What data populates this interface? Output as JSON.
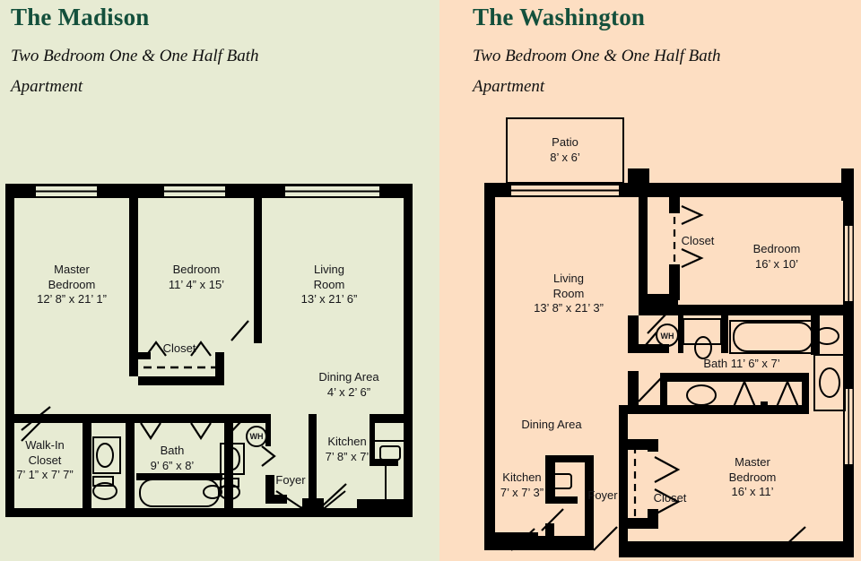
{
  "theme": {
    "left_bg": "#e7ebd3",
    "right_bg": "#fddec2",
    "title_color": "#14503c",
    "wall_color": "#000000",
    "text_color": "#16161a"
  },
  "plans": [
    {
      "id": "madison",
      "title": "The Madison",
      "subtitle_line1": "Two Bedroom One & One Half Bath",
      "subtitle_line2": "Apartment",
      "rooms": [
        {
          "name": "master-bedroom",
          "label": "Master\nBedroom",
          "dims": "12’ 8” x 21’ 1”"
        },
        {
          "name": "bedroom",
          "label": "Bedroom",
          "dims": "11’ 4” x 15’"
        },
        {
          "name": "living-room",
          "label": "Living\nRoom",
          "dims": "13’ x 21’ 6”"
        },
        {
          "name": "dining-area",
          "label": "Dining Area",
          "dims": "4’ x 2’ 6”"
        },
        {
          "name": "closet",
          "label": "Closet",
          "dims": ""
        },
        {
          "name": "walk-in-closet",
          "label": "Walk-In\nCloset",
          "dims": "7’ 1” x 7’ 7”"
        },
        {
          "name": "bath",
          "label": "Bath",
          "dims": "9’ 6” x 8’"
        },
        {
          "name": "foyer",
          "label": "Foyer",
          "dims": ""
        },
        {
          "name": "kitchen",
          "label": "Kitchen",
          "dims": "7’ 8” x 7’"
        },
        {
          "name": "water-heater",
          "label": "WH",
          "dims": ""
        }
      ]
    },
    {
      "id": "washington",
      "title": "The Washington",
      "subtitle_line1": "Two Bedroom One & One Half Bath",
      "subtitle_line2": "Apartment",
      "rooms": [
        {
          "name": "patio",
          "label": "Patio",
          "dims": "8’ x 6’"
        },
        {
          "name": "closet-bedroom",
          "label": "Closet",
          "dims": ""
        },
        {
          "name": "bedroom",
          "label": "Bedroom",
          "dims": "16’  x 10’"
        },
        {
          "name": "living-room",
          "label": "Living\nRoom",
          "dims": "13’ 8” x 21’ 3”"
        },
        {
          "name": "water-heater",
          "label": "WH",
          "dims": ""
        },
        {
          "name": "bath",
          "label": "Bath 11’ 6” x 7’",
          "dims": ""
        },
        {
          "name": "dining-area",
          "label": "Dining Area",
          "dims": ""
        },
        {
          "name": "kitchen",
          "label": "Kitchen",
          "dims": "7’ x 7’ 3”"
        },
        {
          "name": "foyer",
          "label": "Foyer",
          "dims": ""
        },
        {
          "name": "closet-master",
          "label": "Closet",
          "dims": ""
        },
        {
          "name": "master-bedroom",
          "label": "Master\nBedroom",
          "dims": "16’  x 11’"
        }
      ]
    }
  ],
  "madison_labels": {
    "master_bedroom_1": "Master",
    "master_bedroom_2": "Bedroom",
    "master_bedroom_dims": "12’ 8” x 21’ 1”",
    "bedroom": "Bedroom",
    "bedroom_dims": "11’ 4” x 15’",
    "living_1": "Living",
    "living_2": "Room",
    "living_dims": "13’ x 21’ 6”",
    "dining": "Dining Area",
    "dining_dims": "4’ x 2’ 6”",
    "closet": "Closet",
    "walkin_1": "Walk-In",
    "walkin_2": "Closet",
    "walkin_dims": "7’ 1” x 7’ 7”",
    "bath": "Bath",
    "bath_dims": "9’ 6” x 8’",
    "foyer": "Foyer",
    "kitchen": "Kitchen",
    "kitchen_dims": "7’ 8” x 7’",
    "wh": "WH"
  },
  "washington_labels": {
    "patio": "Patio",
    "patio_dims": "8’ x 6’",
    "closet_top": "Closet",
    "bedroom": "Bedroom",
    "bedroom_dims": "16’  x 10’",
    "living_1": "Living",
    "living_2": "Room",
    "living_dims": "13’ 8” x 21’ 3”",
    "wh": "WH",
    "bath": "Bath 11’ 6” x 7’",
    "dining": "Dining Area",
    "kitchen": "Kitchen",
    "kitchen_dims": "7’ x 7’ 3”",
    "foyer": "Foyer",
    "closet_master": "Closet",
    "master_1": "Master",
    "master_2": "Bedroom",
    "master_dims": "16’  x 11’"
  }
}
